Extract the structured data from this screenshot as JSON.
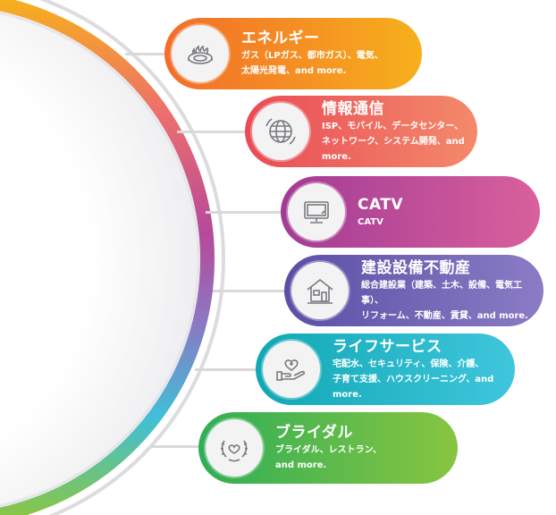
{
  "categories": [
    {
      "id": "energy",
      "title": "エネルギー",
      "lines": [
        "ガス（LPガス、都市ガス）、電気、",
        "太陽光発電、and more."
      ],
      "icon": "gas-burner-icon",
      "color_start": "#f26d2a",
      "color_end": "#f7b01c"
    },
    {
      "id": "telecom",
      "title": "情報通信",
      "lines": [
        "ISP、モバイル、データセンター、",
        "ネットワーク、システム開発、and more."
      ],
      "icon": "globe-network-icon",
      "color_start": "#e94b57",
      "color_end": "#f48a6a"
    },
    {
      "id": "catv",
      "title": "CATV",
      "lines": [
        "CATV"
      ],
      "icon": "monitor-icon",
      "color_start": "#a23b95",
      "color_end": "#d9609c"
    },
    {
      "id": "realestate",
      "title": "建設設備不動産",
      "lines": [
        "総合建設業（建築、土木、設備、電気工事）、",
        "リフォーム、不動産、賃貸、and more."
      ],
      "icon": "house-icon",
      "color_start": "#5a4fa6",
      "color_end": "#8a7cc4"
    },
    {
      "id": "life",
      "title": "ライフサービス",
      "lines": [
        "宅配水、セキュリティ、保険、介護、",
        "子育て支援、ハウスクリーニング、and more."
      ],
      "icon": "heart-hand-icon",
      "color_start": "#10a8b4",
      "color_end": "#3fc6dd"
    },
    {
      "id": "bridal",
      "title": "ブライダル",
      "lines": [
        "ブライダル、レストラン、",
        "and more."
      ],
      "icon": "wreath-heart-icon",
      "color_start": "#2fae57",
      "color_end": "#88c540"
    }
  ]
}
